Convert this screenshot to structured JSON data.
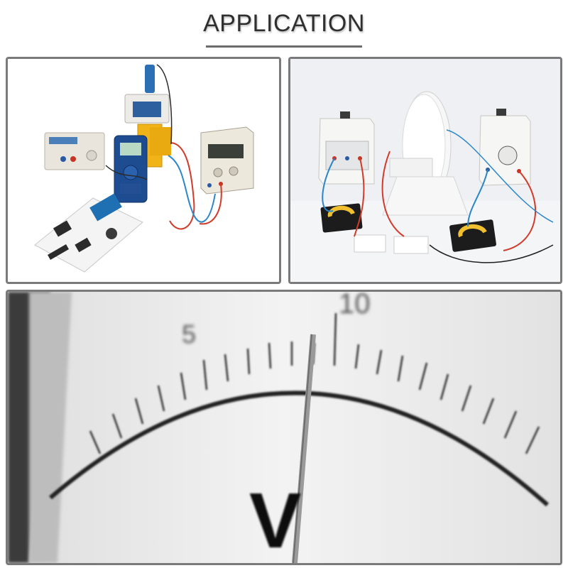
{
  "heading": {
    "title": "APPLICATION"
  },
  "meter": {
    "scale_labels": [
      "5",
      "10"
    ],
    "unit_label": "V"
  },
  "colors": {
    "frame": "#7a7a7a",
    "wire_red": "#d23a2a",
    "wire_blue": "#2a86c9",
    "module_blue": "#1f6fb3",
    "module_yellow": "#f2b516"
  }
}
